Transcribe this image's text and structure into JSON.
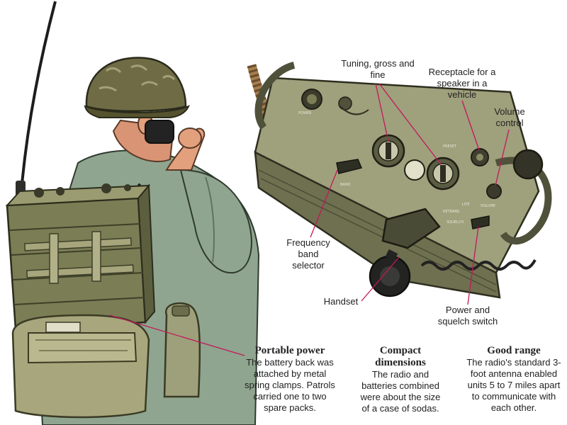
{
  "callouts": {
    "tuning": "Tuning, gross and fine",
    "receptacle": "Receptacle for a speaker in a vehicle",
    "volume": "Volume control",
    "frequency_band": "Frequency band selector",
    "handset": "Handset",
    "power_squelch": "Power and squelch switch"
  },
  "info": {
    "portable_power": {
      "title": "Portable power",
      "body": "The battery back was attached by metal spring clamps. Patrols carried one to two spare packs."
    },
    "compact": {
      "title": "Compact dimensions",
      "body": "The radio and batteries combined were about the size of a case of sodas."
    },
    "range": {
      "title": "Good range",
      "body": "The radio's standard 3-foot antenna enabled units 5 to 7 miles apart to communicate with each other."
    }
  },
  "panel_labels": {
    "power": "POWER",
    "band": "BAND",
    "volume": "VOLUME",
    "squelch": "SQUELCH",
    "lite": "LITE",
    "retrans": "RETRANS",
    "preset": "PRESET"
  },
  "colors": {
    "callout_line": "#c2185b",
    "olive_dark": "#5c5f3e",
    "olive_mid": "#7b7d55",
    "olive_light": "#9a9b70",
    "skin": "#e3a07d",
    "shirt": "#8fa58f"
  }
}
